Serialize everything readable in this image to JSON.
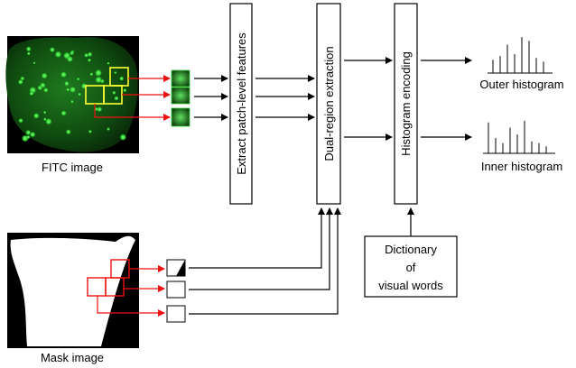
{
  "fitc": {
    "caption": "FITC image"
  },
  "mask": {
    "caption": "Mask image"
  },
  "stages": {
    "extract": "Extract patch-level features",
    "dual": "Dual-region extraction",
    "histogram": "Histogram encoding"
  },
  "dictionary": {
    "lines": [
      "Dictionary",
      "of",
      "visual words"
    ]
  },
  "outputs": {
    "outer": "Outer histogram",
    "inner": "Inner histogram"
  },
  "histograms": {
    "outer": [
      0.35,
      0.45,
      0.75,
      0.5,
      0.95,
      0.85,
      0.4,
      0.3
    ],
    "inner": [
      0.9,
      0.45,
      0.3,
      0.75,
      0.55,
      0.95,
      0.35,
      0.3,
      0.2
    ]
  },
  "colors": {
    "highlight_box": "#ffff33",
    "patch_arrow": "#ee1111",
    "fitc_glow": "#2fcf2f",
    "line": "#000000"
  }
}
